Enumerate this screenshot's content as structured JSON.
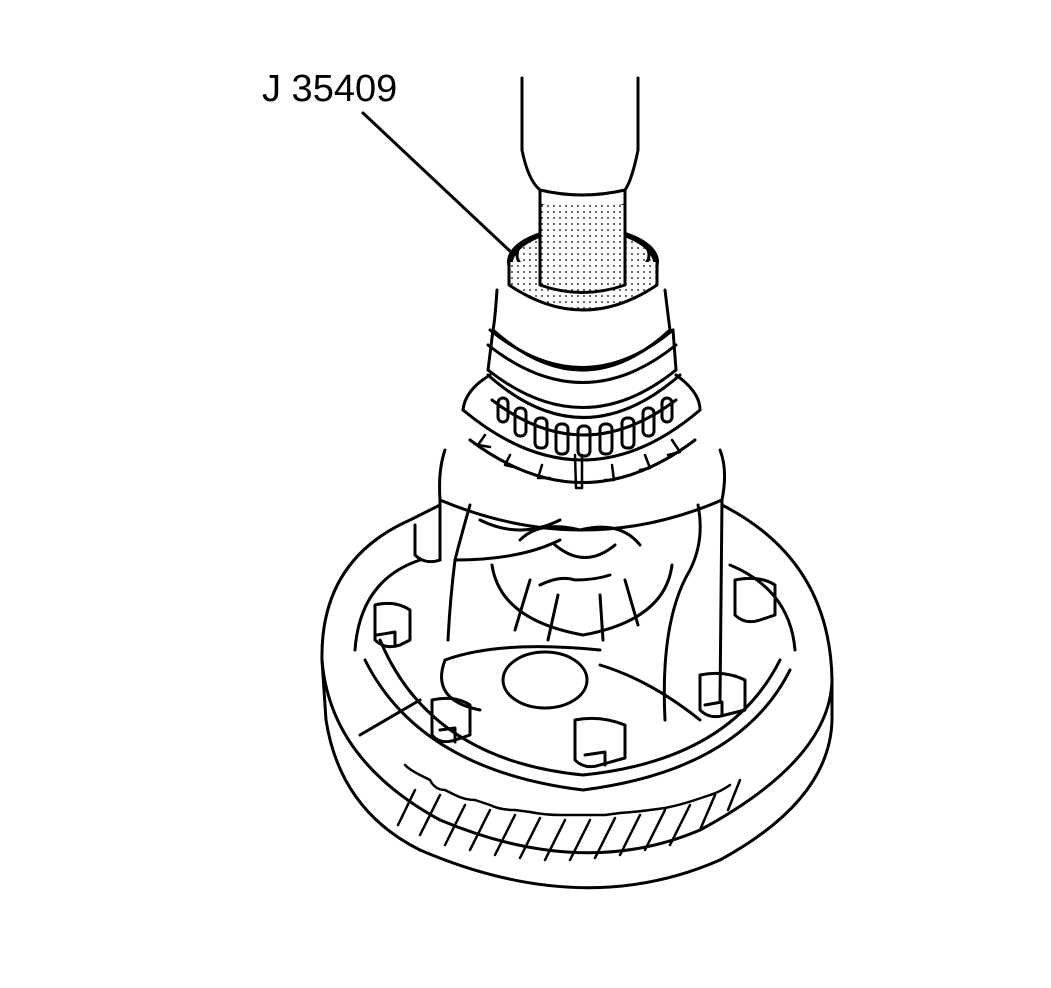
{
  "diagram": {
    "type": "technical-illustration",
    "subject": "differential carrier side bearing installation",
    "callouts": [
      {
        "id": "tool",
        "label": "J 35409",
        "points_to": "bearing installer"
      }
    ],
    "colors": {
      "line": "#000000",
      "background": "#ffffff",
      "stipple": "#000000"
    }
  }
}
